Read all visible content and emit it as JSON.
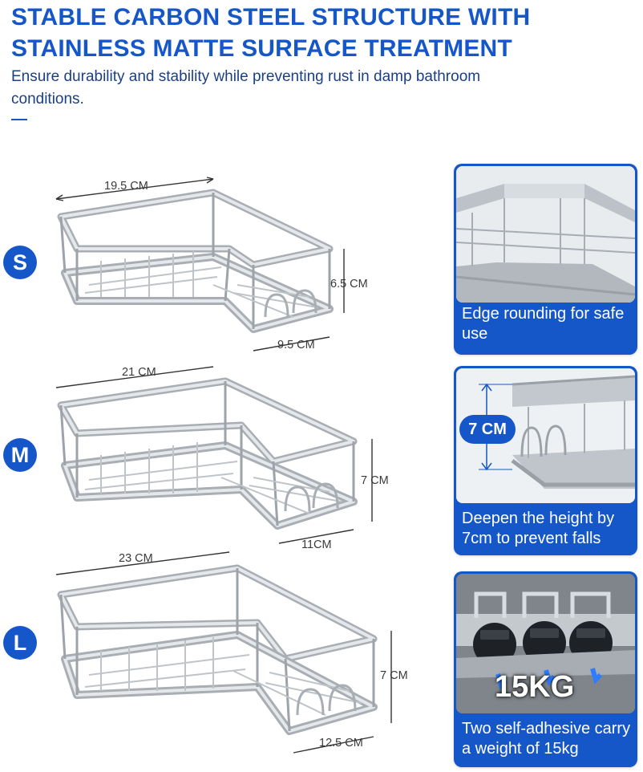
{
  "header": {
    "title": "STABLE CARBON STEEL STRUCTURE WITH STAINLESS MATTE SURFACE TREATMENT",
    "subtitle": "Ensure durability and stability while preventing rust in damp bathroom conditions."
  },
  "sizes": [
    {
      "label": "S",
      "width": "19.5 CM",
      "height": "6.5 CM",
      "depth": "9.5 CM"
    },
    {
      "label": "M",
      "width": "21 CM",
      "height": "7 CM",
      "depth": "11CM"
    },
    {
      "label": "L",
      "width": "23 CM",
      "height": "7 CM",
      "depth": "12.5 CM"
    }
  ],
  "features": [
    {
      "caption": "Edge rounding for safe use"
    },
    {
      "badge": "7 CM",
      "caption": "Deepen the height by 7cm to prevent falls"
    },
    {
      "badge": "15KG",
      "caption": "Two self-adhesive carry a weight of 15kg"
    }
  ],
  "colors": {
    "accent": "#1557c8",
    "steel": "#b7bcc2"
  }
}
